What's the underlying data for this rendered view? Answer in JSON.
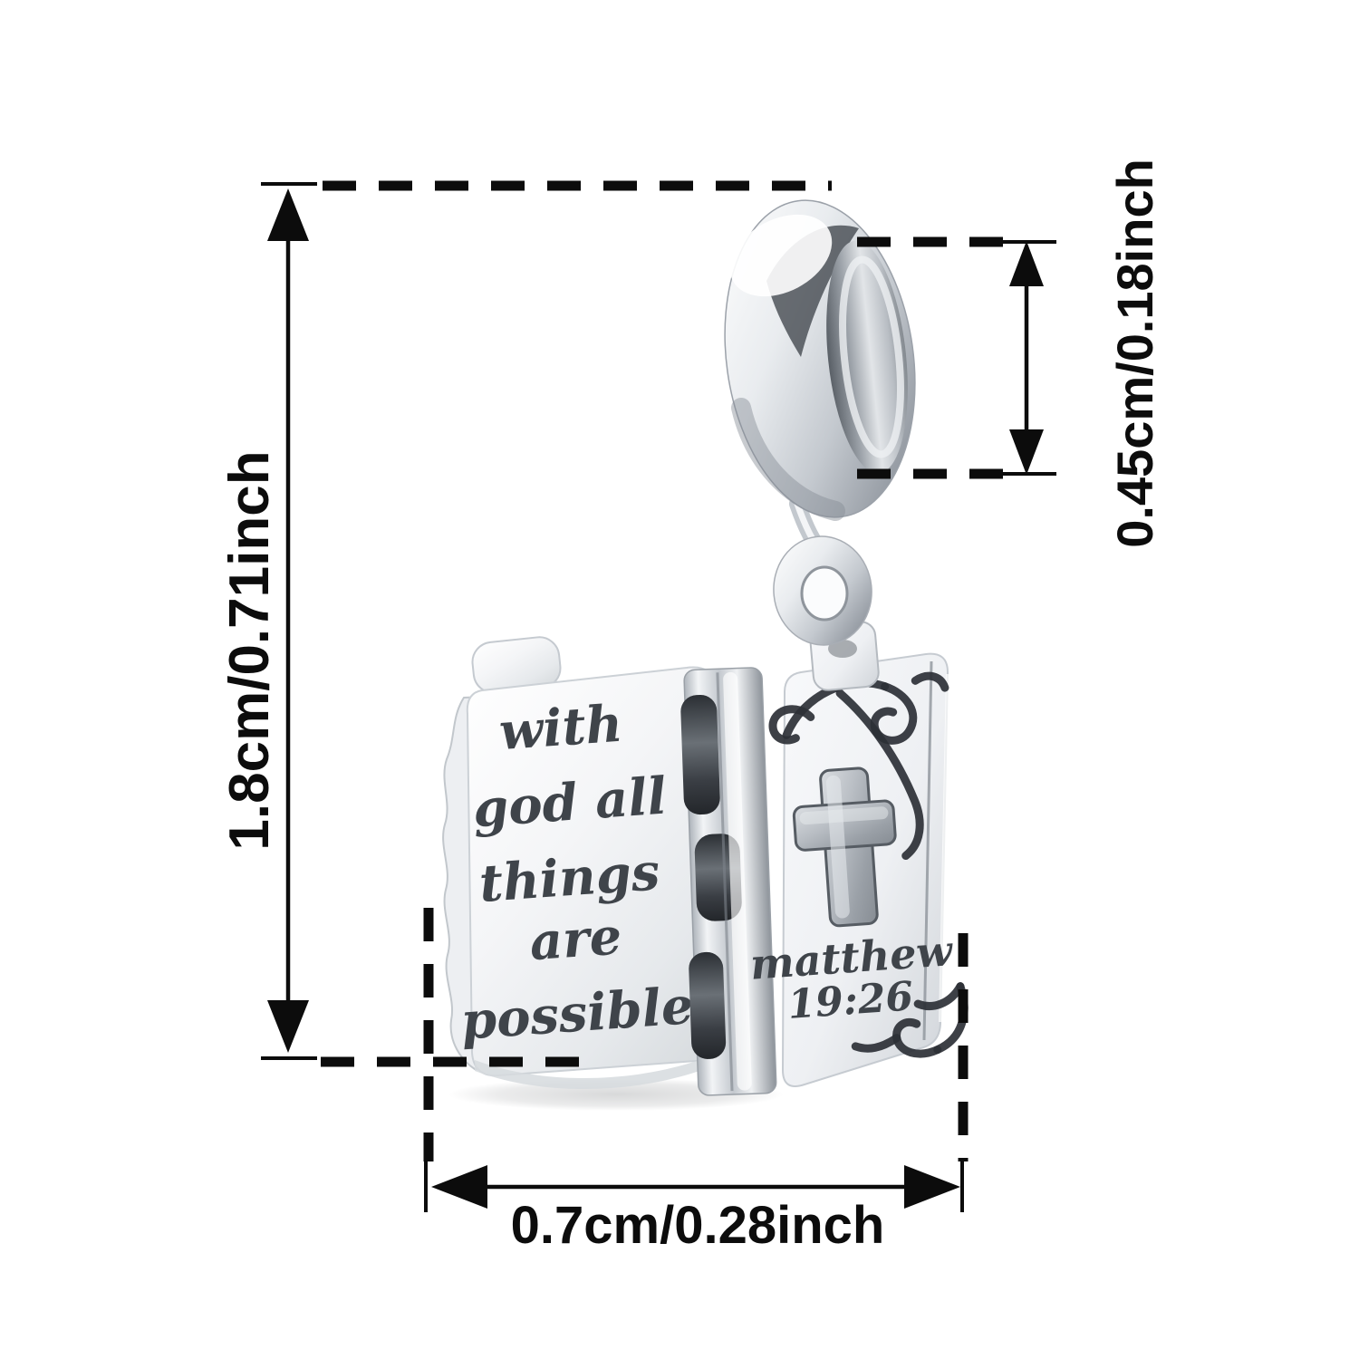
{
  "diagram": {
    "dimensions": {
      "height_label": "1.8cm/0.71inch",
      "bail_hole_label": "0.45cm/0.18inch",
      "width_label": "0.7cm/0.28inch"
    },
    "charm": {
      "page_engraving_lines": [
        "with",
        "god all",
        "things",
        "are",
        "possible"
      ],
      "cover_engraving": {
        "line1": "matthew",
        "line2": "19:26"
      }
    },
    "colors": {
      "background": "#ffffff",
      "annotation_ink": "#0c0c0c",
      "silver_highlight": "#ffffff",
      "silver_light": "#eef0f3",
      "silver_mid": "#c3c8ce",
      "silver_dark": "#8b9198",
      "engraving_ink": "#3f444a"
    }
  }
}
